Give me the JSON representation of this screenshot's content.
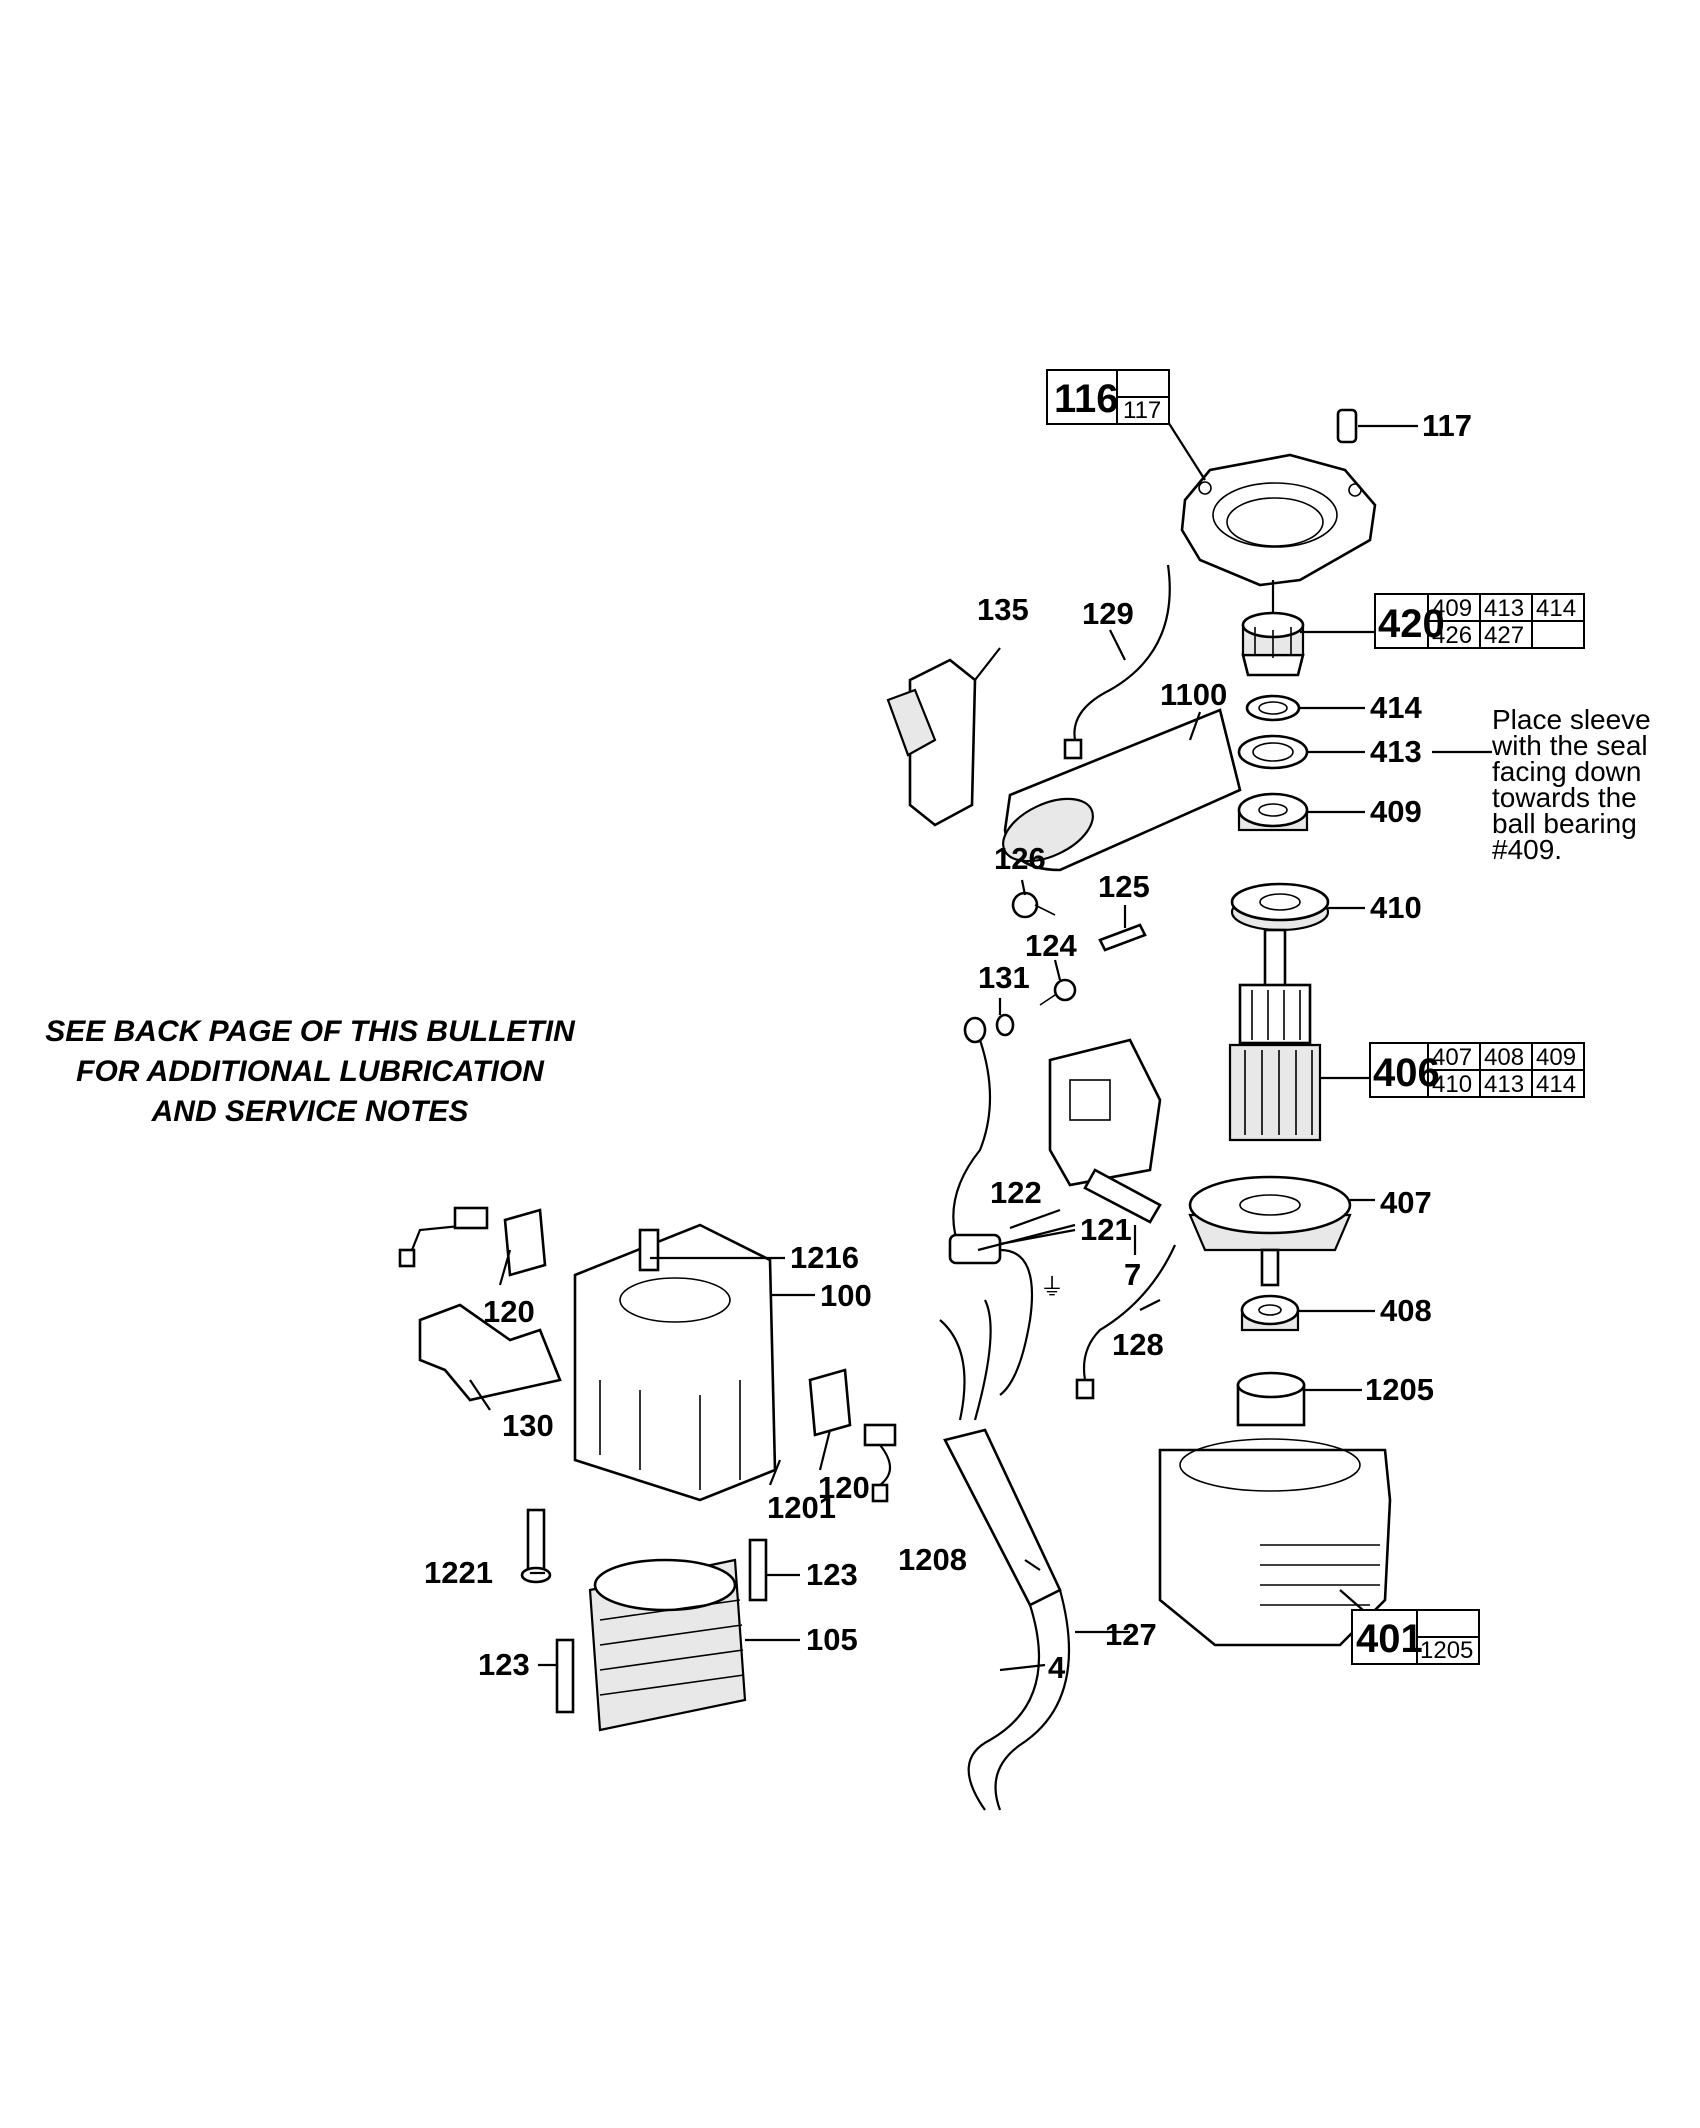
{
  "notes": {
    "bulletin": [
      "SEE BACK PAGE OF THIS BULLETIN",
      "FOR ADDITIONAL LUBRICATION",
      "AND SERVICE NOTES"
    ],
    "sleeve": [
      "Place sleeve",
      "with the seal",
      "facing down",
      "towards the",
      "ball bearing",
      "#409."
    ]
  },
  "labels": {
    "p117": "117",
    "p135": "135",
    "p129": "129",
    "p1100": "1100",
    "p414": "414",
    "p413": "413",
    "p409": "409",
    "p126": "126",
    "p125": "125",
    "p410": "410",
    "p124": "124",
    "p131": "131",
    "p1216": "1216",
    "p100": "100",
    "p122": "122",
    "p121": "121",
    "p407": "407",
    "p7": "7",
    "p120a": "120",
    "p408": "408",
    "p128": "128",
    "p1205": "1205",
    "p130": "130",
    "p120b": "120",
    "p1201": "1201",
    "p1221": "1221",
    "p123a": "123",
    "p1208": "1208",
    "p127": "127",
    "p105": "105",
    "p123b": "123",
    "p4": "4"
  },
  "kits": {
    "k116": {
      "main": "116",
      "sub": [
        "117"
      ]
    },
    "k420": {
      "main": "420",
      "sub": [
        "409",
        "413",
        "414",
        "426",
        "427"
      ]
    },
    "k406": {
      "main": "406",
      "sub": [
        "407",
        "408",
        "409",
        "410",
        "413",
        "414"
      ]
    },
    "k401": {
      "main": "401",
      "sub": [
        "1205"
      ]
    }
  },
  "ground_symbol": "⏚"
}
